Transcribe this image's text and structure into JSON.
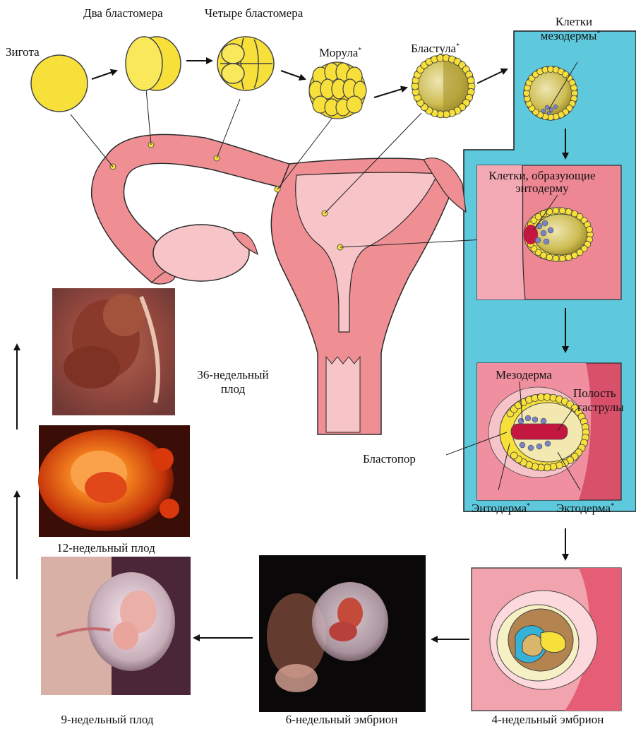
{
  "labels": {
    "zygote": "Зигота",
    "two_blastomeres": "Два бластомера",
    "four_blastomeres": "Четыре бластомера",
    "morula": "Морула",
    "blastula": "Бластула",
    "mesoderm_cells_l1": "Клетки",
    "mesoderm_cells_l2": "мезодермы",
    "endoderm_cells_l1": "Клетки, образующие",
    "endoderm_cells_l2": "энтодерму",
    "mesoderm": "Мезодерма",
    "gastrula_cavity_l1": "Полость",
    "gastrula_cavity_l2": "гаструлы",
    "blastopore": "Бластопор",
    "endoderm": "Энтодерма",
    "ectoderm": "Эктодерма",
    "fetus36_l1": "36-недельный",
    "fetus36_l2": "плод",
    "fetus12": "12-недельный плод",
    "fetus9": "9-недельный плод",
    "embryo6": "6-недельный эмбрион",
    "embryo4": "4-недельный эмбрион",
    "asterisk": "*"
  },
  "colors": {
    "cyan_panel": "#5ec8dc",
    "cell_yellow": "#f7e03a",
    "uterus_outer": "#ef8f93",
    "uterus_inner": "#f7c4c8",
    "pink_box": "#ee8794",
    "magenta_box": "#d9506b"
  }
}
